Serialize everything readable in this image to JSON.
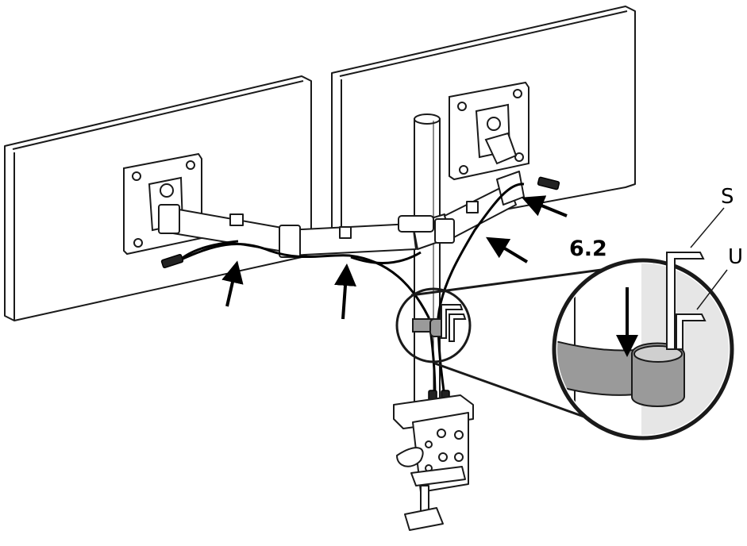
{
  "step_number": "6.2",
  "callouts": {
    "s_label": "S",
    "u_label": "U"
  },
  "colors": {
    "line": "#1a1a1a",
    "clip_gray": "#9a9a9a",
    "zoom_fill": "#e6e6e6",
    "panel": "#ffffff"
  },
  "parts": [
    "left-monitor",
    "right-monitor",
    "vertical-pole",
    "desk-clamp",
    "articulating-arms",
    "cable-clip",
    "cables",
    "allen-key-s",
    "allen-key-u",
    "zoom-detail"
  ]
}
